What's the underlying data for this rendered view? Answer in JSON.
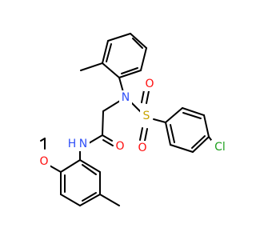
{
  "molecule": {
    "atoms": {
      "nitrogen_sulfonamide": {
        "text": "N",
        "color": "#3050F8"
      },
      "sulfur": {
        "text": "S",
        "color": "#C8A400"
      },
      "oxygen_sulfonyl_top": {
        "text": "O",
        "color": "#FF0D0D"
      },
      "oxygen_sulfonyl_bottom": {
        "text": "O",
        "color": "#FF0D0D"
      },
      "chlorine": {
        "text": "Cl",
        "color": "#1FA01F"
      },
      "oxygen_amide": {
        "text": "O",
        "color": "#FF0D0D"
      },
      "nitrogen_amide": {
        "text": "N",
        "color": "#3050F8"
      },
      "hydrogen_amide": {
        "text": "H",
        "color": "#3050F8"
      },
      "oxygen_methoxy": {
        "text": "O",
        "color": "#FF0D0D"
      }
    }
  }
}
